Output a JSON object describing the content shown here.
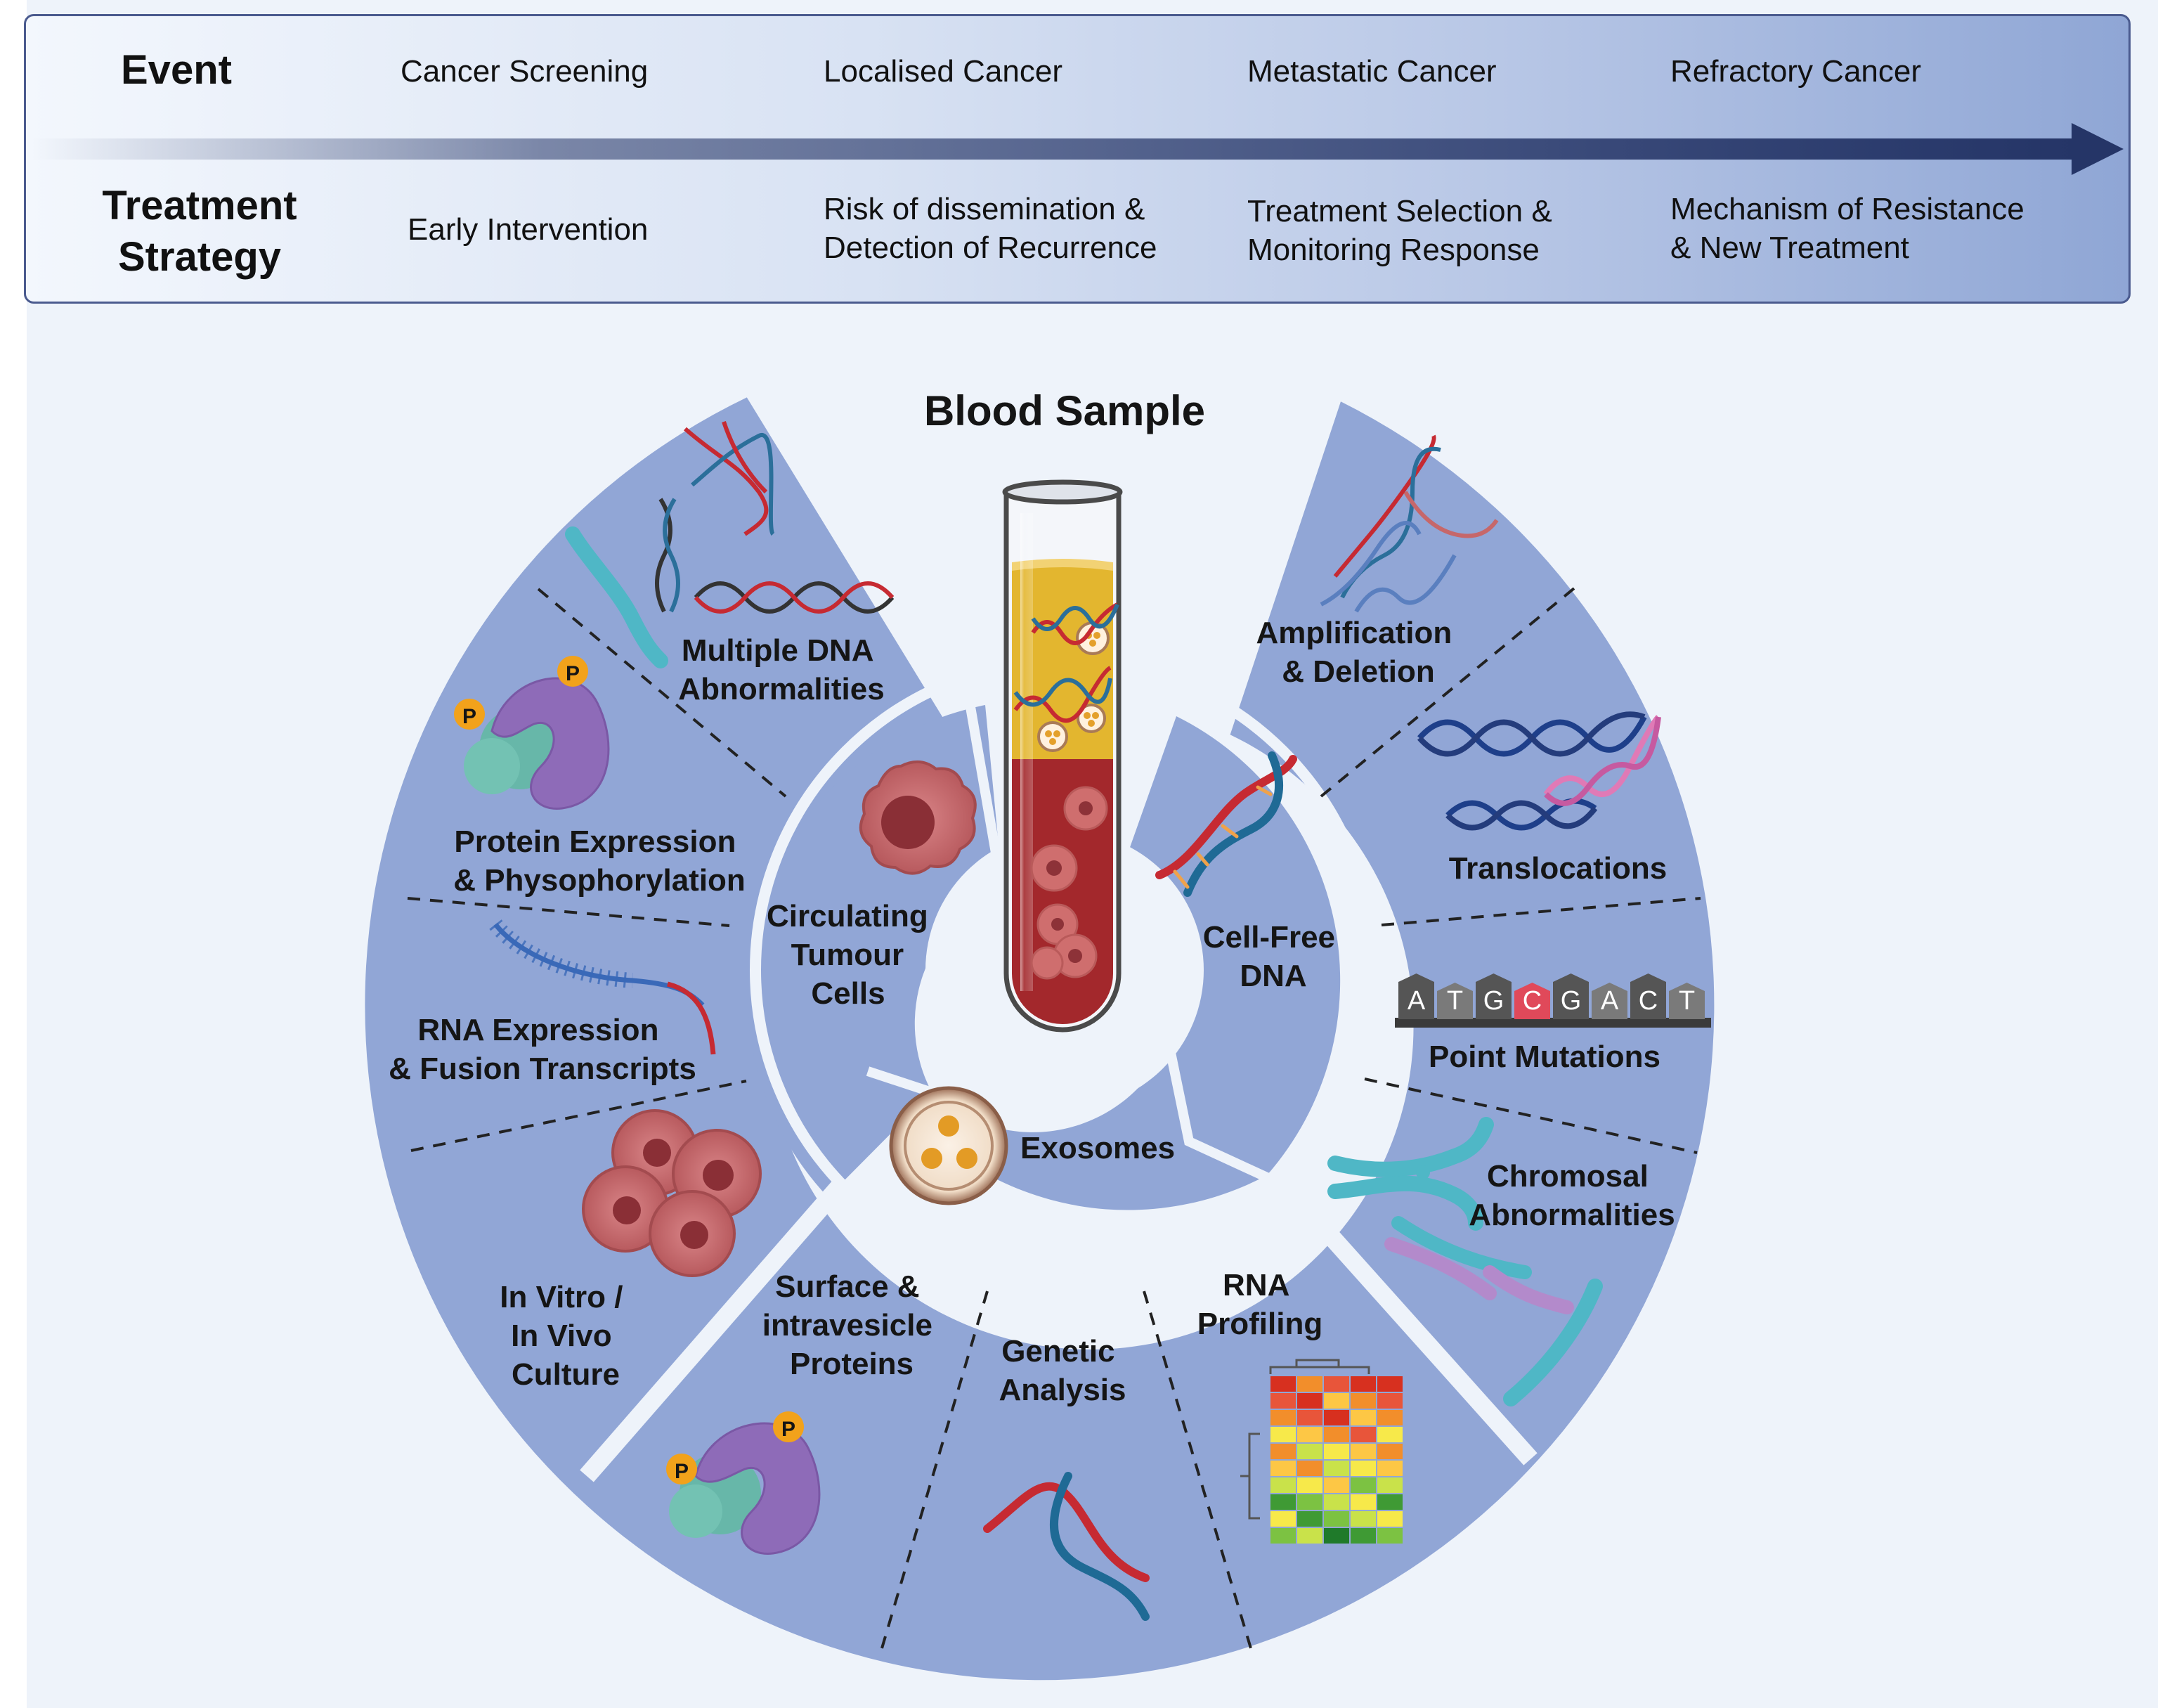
{
  "banner": {
    "event_label": "Event",
    "strategy_label": "Treatment\nStrategy",
    "events": [
      "Cancer Screening",
      "Localised Cancer",
      "Metastatic Cancer",
      "Refractory Cancer"
    ],
    "strategies": [
      "Early Intervention",
      "Risk of dissemination &\nDetection of Recurrence",
      "Treatment Selection &\nMonitoring Response",
      "Mechanism of Resistance\n& New Treatment"
    ]
  },
  "title": "Blood Sample",
  "inner_ring": {
    "ctc": [
      "Circulating",
      "Tumour",
      "Cells"
    ],
    "cfdna": [
      "Cell-Free",
      "DNA"
    ],
    "exosomes": [
      "Exosomes"
    ]
  },
  "outer_ring": {
    "multiple_dna": [
      "Multiple DNA",
      "Abnormalities"
    ],
    "protein_expression": [
      "Protein Expression",
      "& Physophorylation"
    ],
    "rna_expression": [
      "RNA Expression",
      "& Fusion Transcripts"
    ],
    "in_vitro": [
      "In Vitro /",
      "In Vivo",
      "Culture"
    ],
    "amplification": [
      "Amplification",
      "& Deletion"
    ],
    "translocations": [
      "Translocations"
    ],
    "point_mutations": [
      "Point Mutations"
    ],
    "chromosomal": [
      "Chromosal",
      "Abnormalities"
    ],
    "surface_proteins": [
      "Surface &",
      "intravesicle",
      "Proteins"
    ],
    "genetic_analysis": [
      "Genetic",
      "Analysis"
    ],
    "rna_profiling": [
      "RNA",
      "Profiling"
    ]
  },
  "sequence_letters": [
    "A",
    "T",
    "G",
    "C",
    "G",
    "A",
    "C",
    "T"
  ],
  "phospho_label": "P",
  "colors": {
    "ring": "#91a6d6",
    "background": "#eef3fa",
    "arrow": "#253567",
    "blood": "#a3282c",
    "plasma": "#e3b62f",
    "dna_red": "#c62a32",
    "dna_blue": "#2b6f9a",
    "protein_purple": "#8e6bb8",
    "protein_teal": "#67b7a9",
    "tumour_cell": "#c6676a",
    "mutation_highlight": "#e0495a"
  }
}
